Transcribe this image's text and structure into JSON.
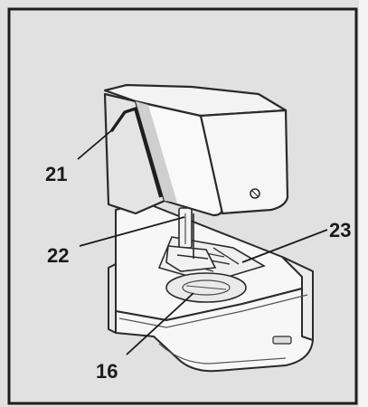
{
  "diagram": {
    "callouts": [
      {
        "id": "c21",
        "label": "21"
      },
      {
        "id": "c22",
        "label": "22"
      },
      {
        "id": "c23",
        "label": "23"
      },
      {
        "id": "c16",
        "label": "16"
      }
    ]
  },
  "colors": {
    "background": "#e1e1e1",
    "frame": "#1e1e1e",
    "outline": "#2a2a2a",
    "machine_body": "#f7f7f7",
    "shadow": "#cfcfcf"
  }
}
